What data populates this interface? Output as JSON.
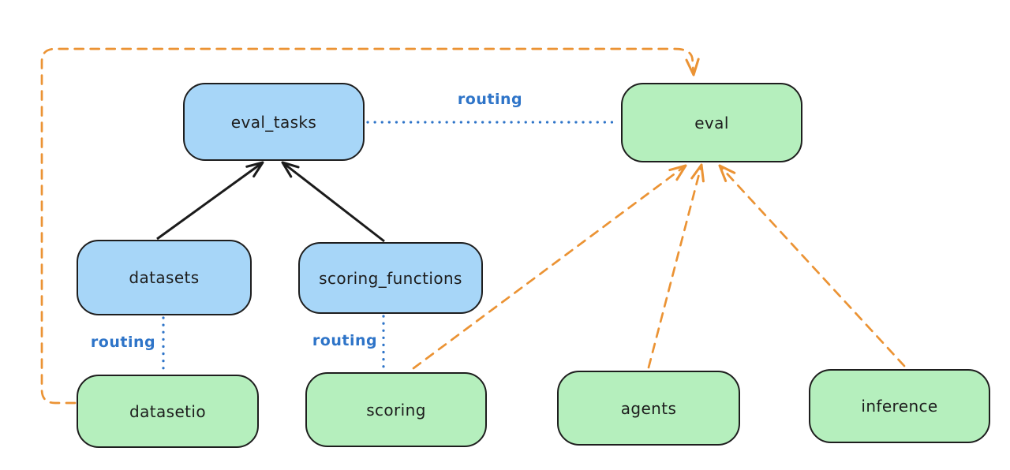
{
  "diagram": {
    "colors": {
      "background": "#ffffff",
      "node_blue_fill": "#a7d6f8",
      "node_green_fill": "#b5efbd",
      "node_stroke": "#1e1e1e",
      "solid_arrow": "#1b1b1b",
      "dashed_arrow_orange": "#eb9334",
      "dotted_line_blue": "#2e74c8",
      "label_blue": "#2e74c8"
    },
    "nodes": [
      {
        "id": "eval_tasks",
        "label": "eval_tasks",
        "fill": "blue"
      },
      {
        "id": "eval",
        "label": "eval",
        "fill": "green"
      },
      {
        "id": "datasets",
        "label": "datasets",
        "fill": "blue"
      },
      {
        "id": "scoring_functions",
        "label": "scoring_functions",
        "fill": "blue"
      },
      {
        "id": "datasetio",
        "label": "datasetio",
        "fill": "green"
      },
      {
        "id": "scoring",
        "label": "scoring",
        "fill": "green"
      },
      {
        "id": "agents",
        "label": "agents",
        "fill": "green"
      },
      {
        "id": "inference",
        "label": "inference",
        "fill": "green"
      }
    ],
    "edges": [
      {
        "from": "datasets",
        "to": "eval_tasks",
        "style": "solid-black-arrow",
        "label": ""
      },
      {
        "from": "scoring_functions",
        "to": "eval_tasks",
        "style": "solid-black-arrow",
        "label": ""
      },
      {
        "from": "eval_tasks",
        "to": "eval",
        "style": "dotted-blue",
        "label": "routing"
      },
      {
        "from": "datasets",
        "to": "datasetio",
        "style": "dotted-blue",
        "label": "routing"
      },
      {
        "from": "scoring_functions",
        "to": "scoring",
        "style": "dotted-blue",
        "label": "routing"
      },
      {
        "from": "datasetio",
        "to": "eval",
        "style": "dashed-orange-arrow",
        "label": ""
      },
      {
        "from": "scoring",
        "to": "eval",
        "style": "dashed-orange-arrow",
        "label": ""
      },
      {
        "from": "agents",
        "to": "eval",
        "style": "dashed-orange-arrow",
        "label": ""
      },
      {
        "from": "inference",
        "to": "eval",
        "style": "dashed-orange-arrow",
        "label": ""
      }
    ]
  }
}
